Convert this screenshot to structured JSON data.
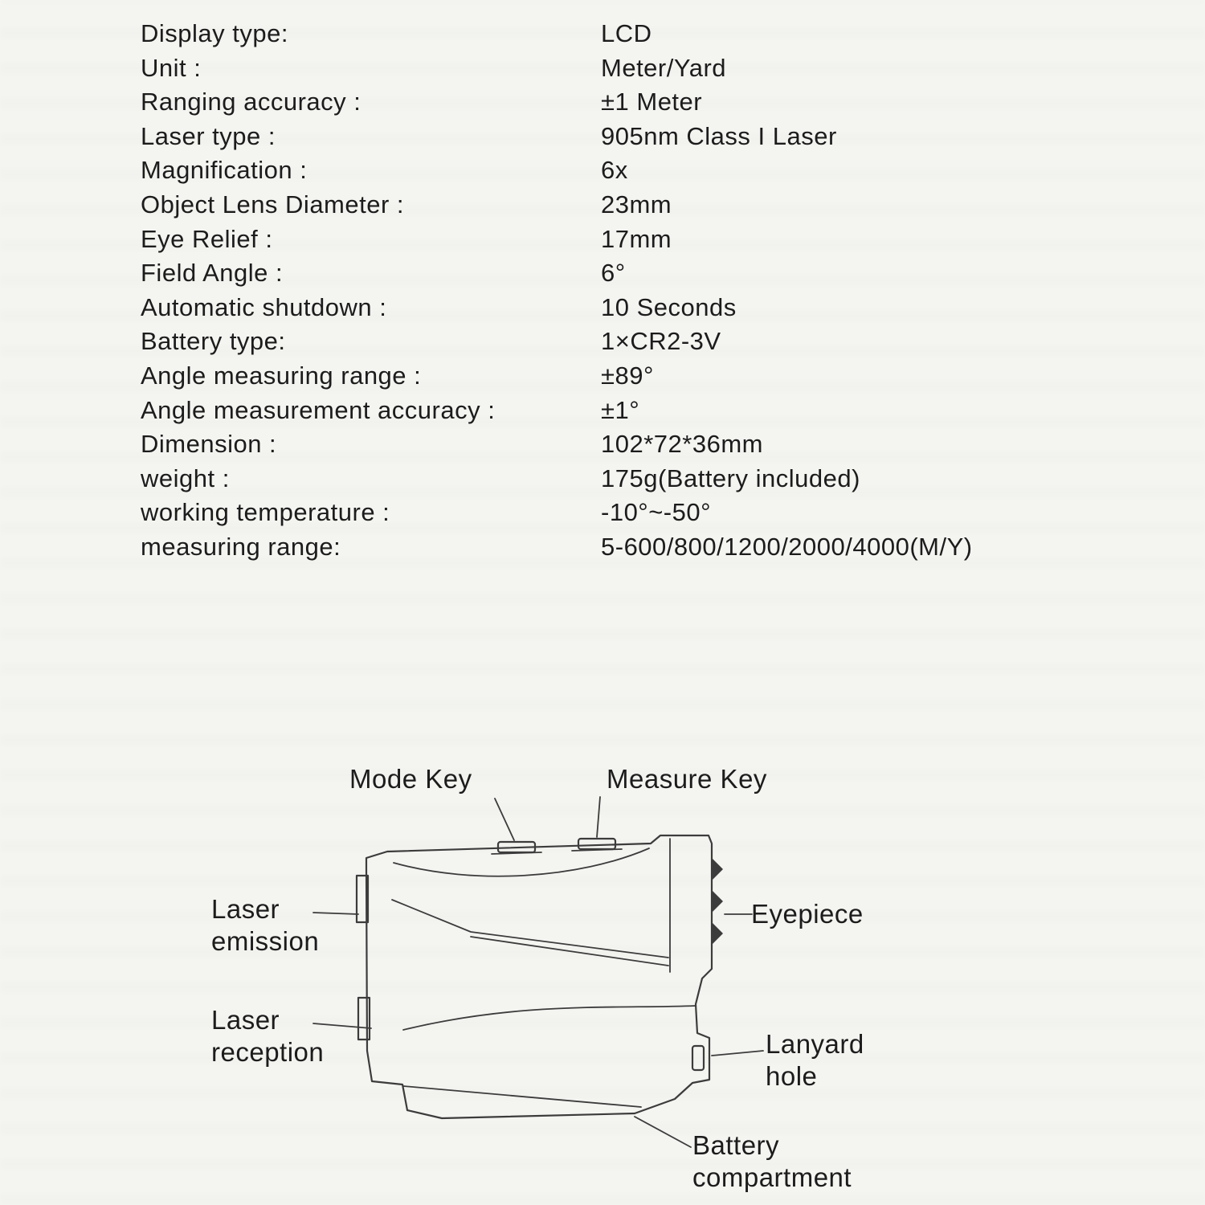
{
  "specs": [
    {
      "label": "Display type:",
      "value": "LCD"
    },
    {
      "label": "Unit :",
      "value": "Meter/Yard"
    },
    {
      "label": "Ranging accuracy :",
      "value": "±1 Meter"
    },
    {
      "label": "Laser type :",
      "value": "905nm  Class I Laser"
    },
    {
      "label": "Magnification :",
      "value": "6x"
    },
    {
      "label": "Object  Lens Diameter :",
      "value": "23mm"
    },
    {
      "label": "Eye Relief :",
      "value": "17mm"
    },
    {
      "label": "Field  Angle :",
      "value": "6°"
    },
    {
      "label": "Automatic shutdown :",
      "value": "10 Seconds"
    },
    {
      "label": "Battery type:",
      "value": "1×CR2-3V"
    },
    {
      "label": "Angle measuring range :",
      "value": "±89°"
    },
    {
      "label": "Angle measurement accuracy :",
      "value": "±1°"
    },
    {
      "label": "Dimension :",
      "value": "102*72*36mm"
    },
    {
      "label": "weight :",
      "value": "175g(Battery included)"
    },
    {
      "label": "working temperature :",
      "value": "-10°~-50°"
    },
    {
      "label": "measuring range:",
      "value": "5-600/800/1200/2000/4000(M/Y)"
    }
  ],
  "diagram": {
    "labels": {
      "mode_key": "Mode Key",
      "measure_key": "Measure Key",
      "laser_emission": "Laser\nemission",
      "eyepiece": "Eyepiece",
      "laser_reception": "Laser\nreception",
      "lanyard_hole": "Lanyard\nhole",
      "battery_compartment": "Battery\ncompartment"
    }
  },
  "colors": {
    "page_background": "#f4f4f1",
    "ink": "#1c1c1c",
    "line": "#3c3c3c"
  }
}
